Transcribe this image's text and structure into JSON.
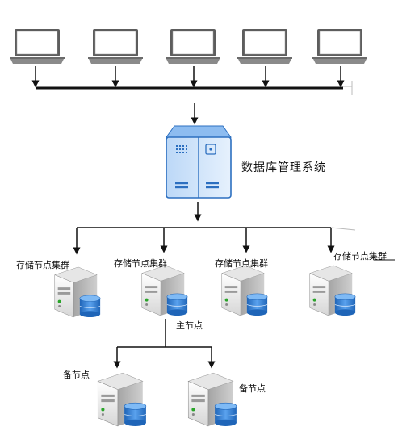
{
  "db_system": {
    "label": "数据库管理系统"
  },
  "clusters": [
    {
      "label": "存储节点集群"
    },
    {
      "label": "存储节点集群"
    },
    {
      "label": "存储节点集群"
    },
    {
      "label": "存储节点集群"
    }
  ],
  "primary": {
    "label": "主节点"
  },
  "backups": [
    {
      "label": "备节点"
    },
    {
      "label": "备节点"
    }
  ],
  "colors": {
    "line": "#111111",
    "cabinet": "#4f93e0",
    "cabinet_light": "#cfe4fb",
    "laptop_frame": "#6b6b6b",
    "disk": "#2f7fd0"
  }
}
